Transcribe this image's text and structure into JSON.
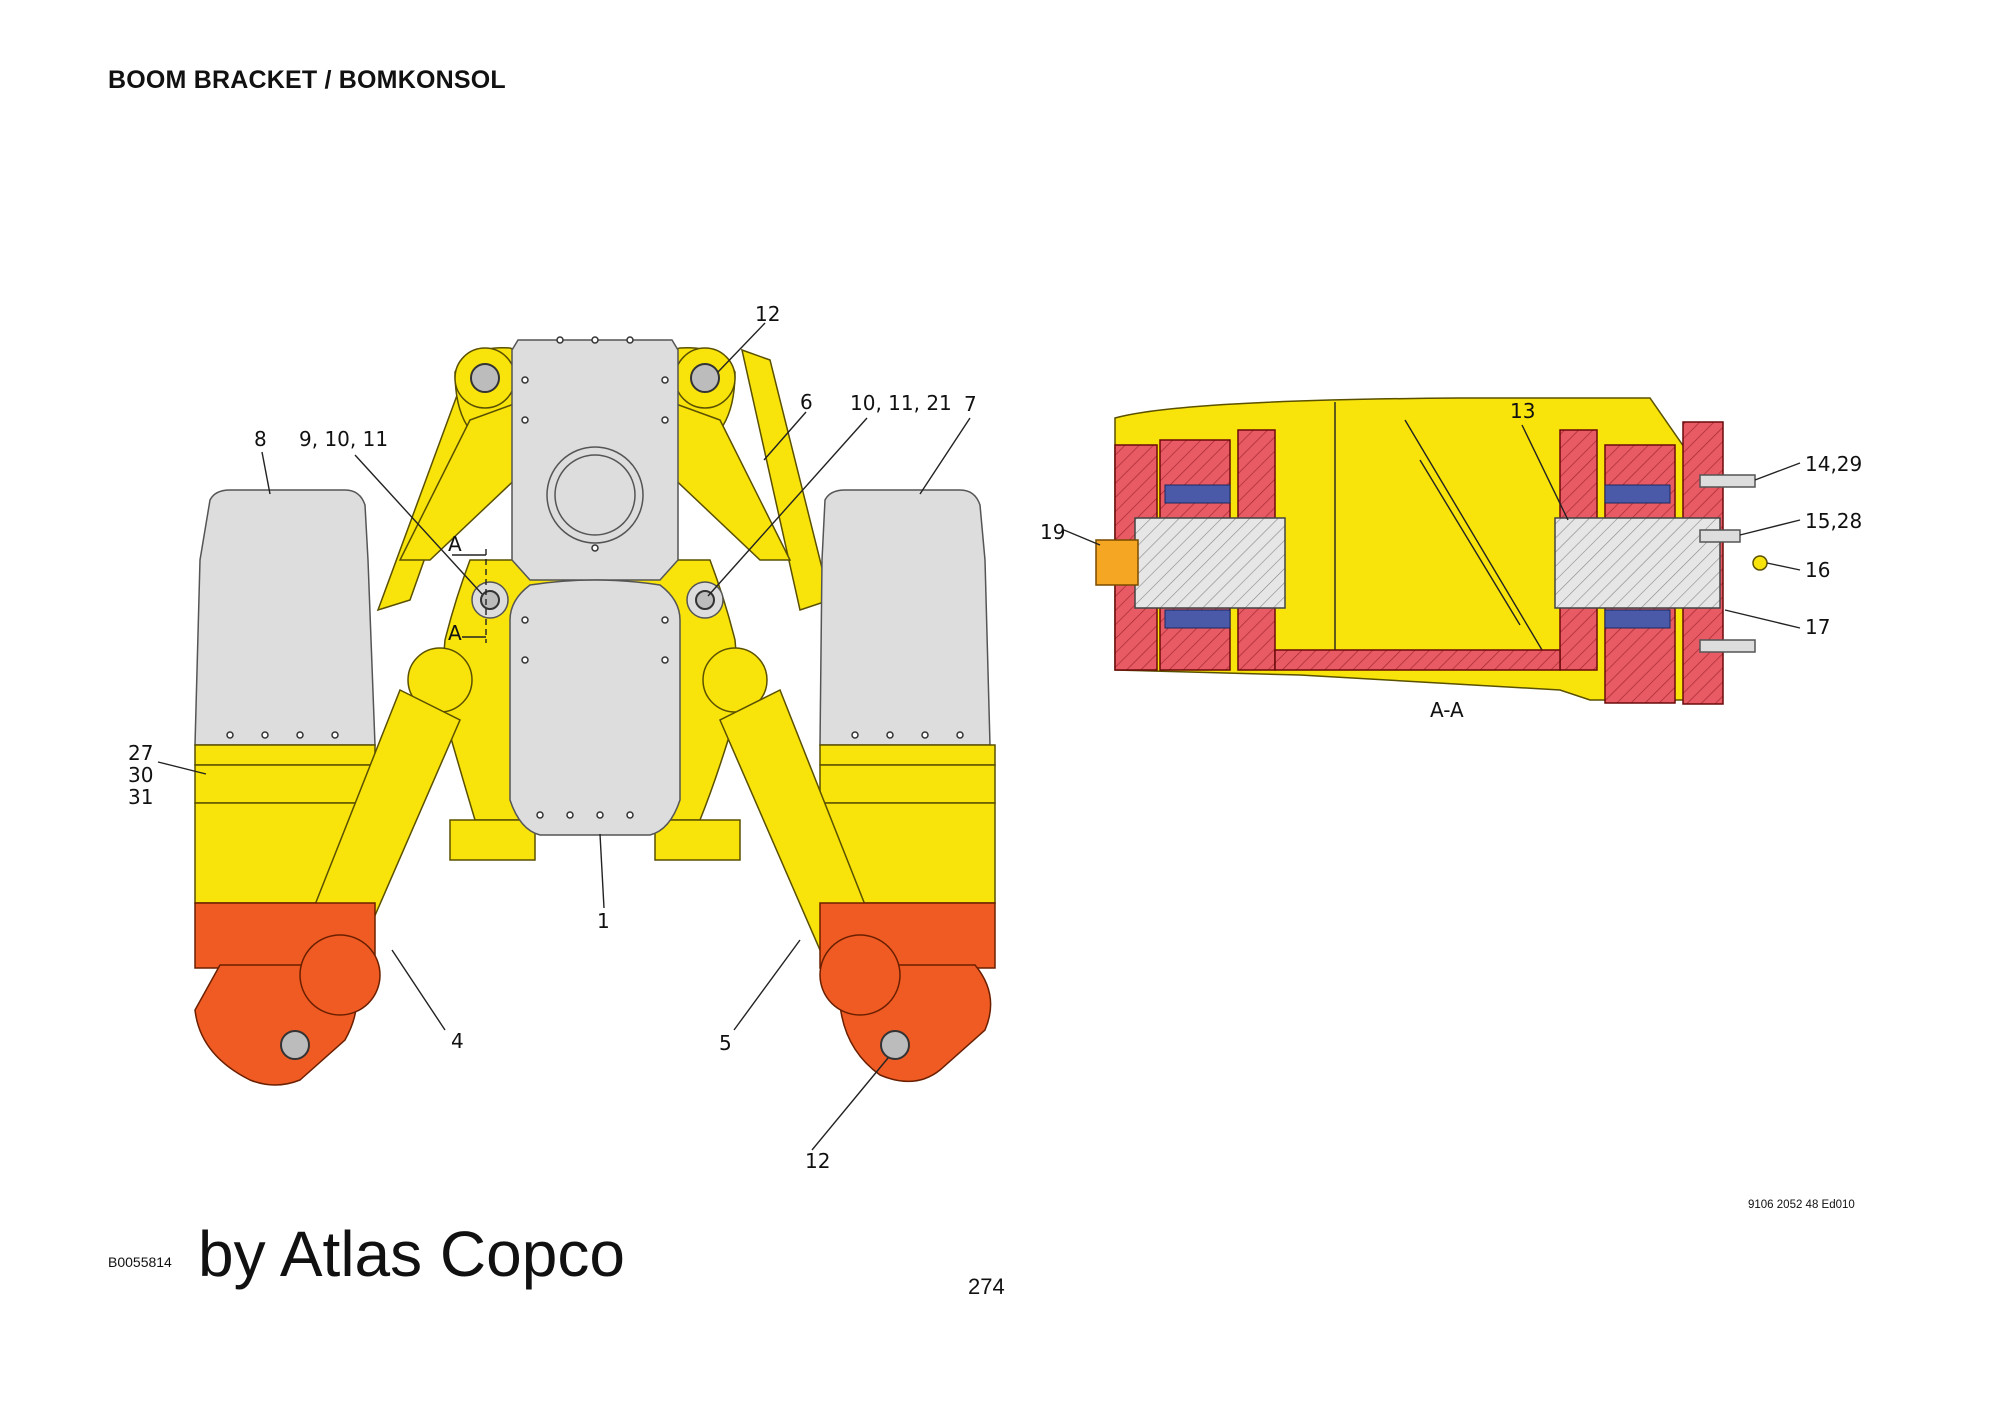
{
  "header": {
    "title": "BOOM BRACKET / BOMKONSOL"
  },
  "footer": {
    "doc_code": "9106 2052 48 Ed010",
    "drawing_code": "B0055814",
    "brand": "by Atlas Copco",
    "page_number": "274"
  },
  "callouts": {
    "c1": "1",
    "c4": "4",
    "c5": "5",
    "c6": "6",
    "c7": "7",
    "c8": "8",
    "c12_top": "12",
    "c12_bottom": "12",
    "c9_10_11": "9, 10, 11",
    "c10_11_21": "10, 11, 21",
    "c27": "27",
    "c30": "30",
    "c31": "31",
    "c13": "13",
    "c14_29": "14,29",
    "c15_28": "15,28",
    "c16": "16",
    "c17": "17",
    "c19": "19",
    "section_mark_top": "A",
    "section_mark_bottom": "A",
    "section_label": "A-A"
  },
  "colors": {
    "frame_yellow": "#f8e40a",
    "plate_grey": "#dddddd",
    "cylinder_orange": "#f05a23",
    "section_red": "#e85a64",
    "bearing_blue": "#4a5aa8",
    "nut_orange": "#f5a623"
  }
}
